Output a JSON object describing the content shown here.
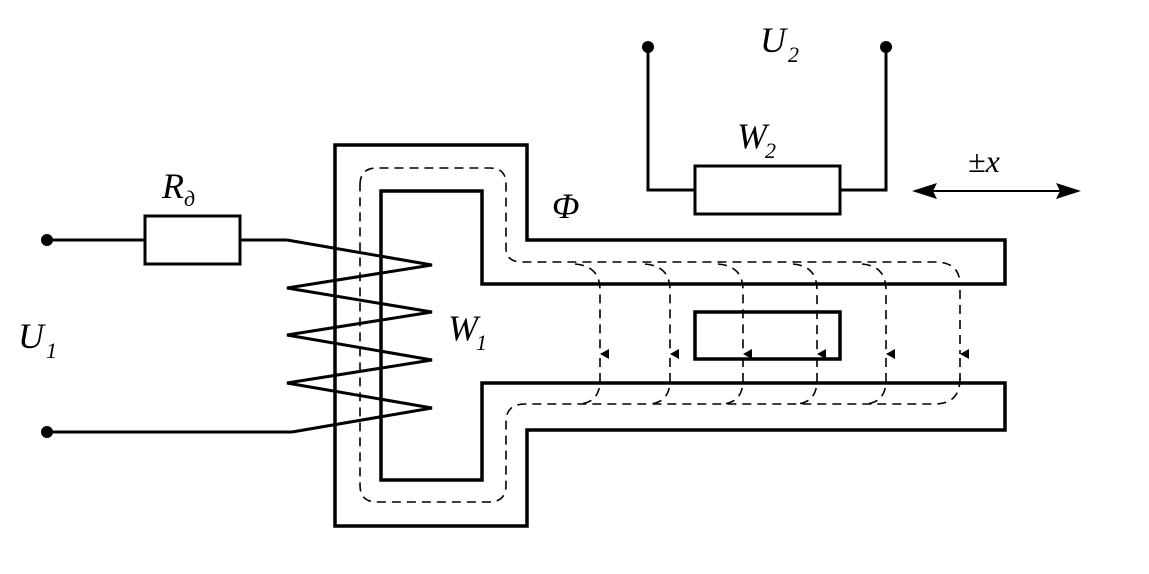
{
  "labels": {
    "rd_main": "R",
    "rd_sub": "д",
    "u1_main": "U",
    "u1_sub": "1",
    "w1_main": "W",
    "w1_sub": "1",
    "w2_main": "W",
    "w2_sub": "2",
    "u2_main": "U",
    "u2_sub": "2",
    "flux": "Φ",
    "displacement": "±x"
  }
}
